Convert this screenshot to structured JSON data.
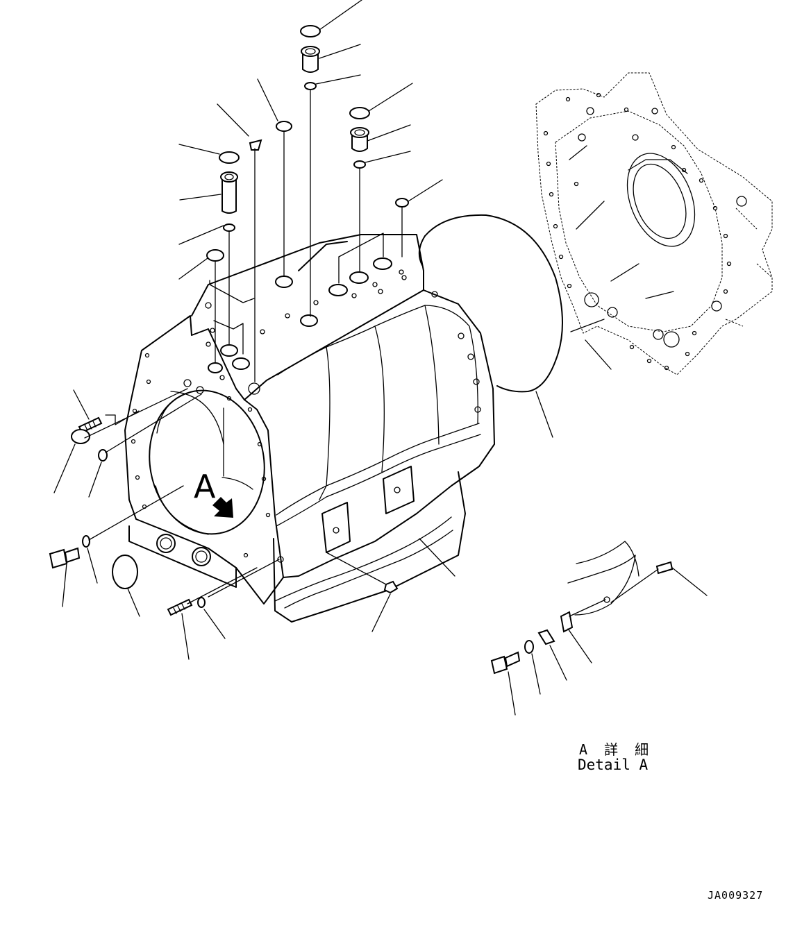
{
  "detail": {
    "label_jp": "A 詳 細",
    "label_en": "Detail A"
  },
  "view_marker": {
    "letter": "A"
  },
  "drawing": {
    "number": "JA009327"
  }
}
